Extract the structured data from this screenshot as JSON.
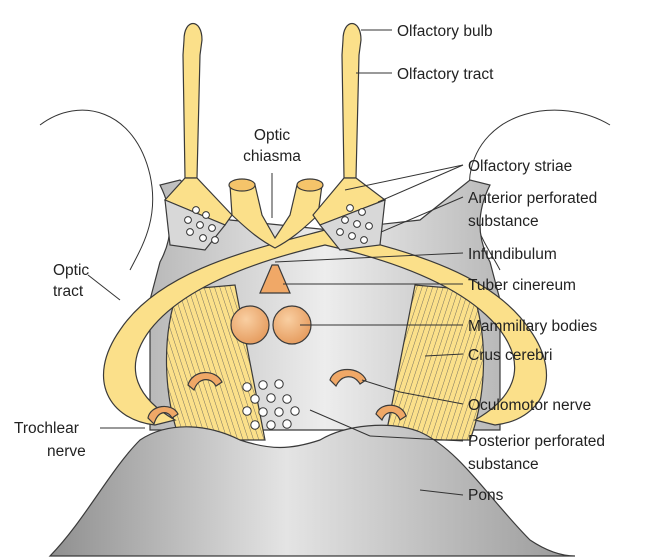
{
  "colors": {
    "yellow": "#fbe08a",
    "grey": "#cfcfcf",
    "orange": "#f0a867",
    "outline": "#3a3a3a"
  },
  "labels": {
    "olfactory_bulb": "Olfactory bulb",
    "olfactory_tract": "Olfactory tract",
    "optic_chiasma_1": "Optic",
    "optic_chiasma_2": "chiasma",
    "olfactory_striae": "Olfactory striae",
    "anterior_perforated_1": "Anterior perforated",
    "anterior_perforated_2": "substance",
    "infundibulum": "Infundibulum",
    "tuber_cinereum": "Tuber cinereum",
    "mammillary_bodies": "Mammillary bodies",
    "crus_cerebri": "Crus cerebri",
    "optic_tract_1": "Optic",
    "optic_tract_2": "tract",
    "oculomotor_nerve": "Oculomotor nerve",
    "trochlear_nerve_1": "Trochlear",
    "trochlear_nerve_2": "nerve",
    "posterior_perforated_1": "Posterior perforated",
    "posterior_perforated_2": "substance",
    "pons": "Pons"
  }
}
